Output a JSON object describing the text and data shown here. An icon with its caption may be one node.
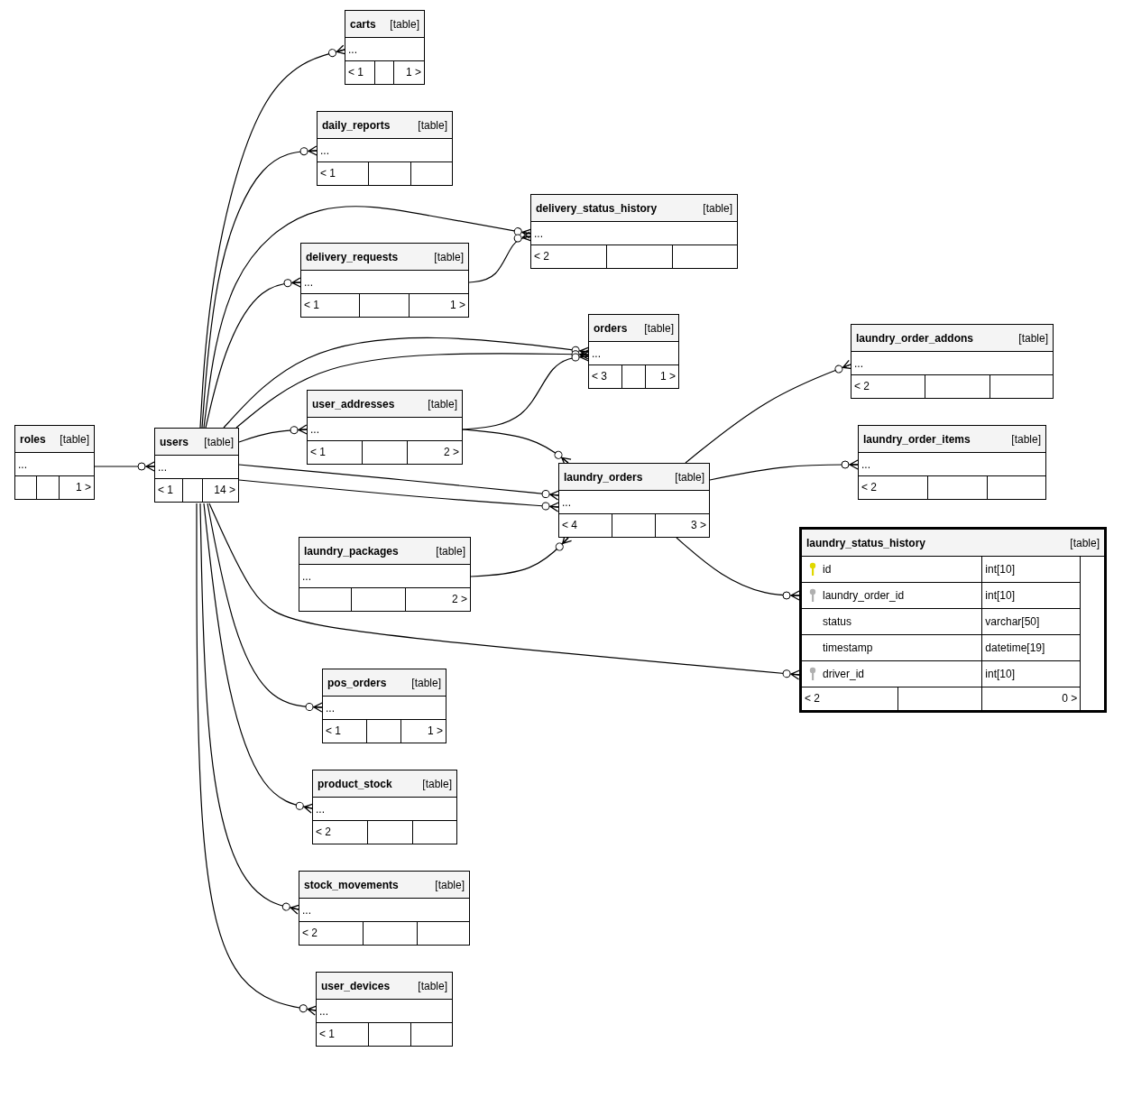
{
  "diagram": {
    "nodes": [
      {
        "text": [
          "carts",
          "[table]",
          "...",
          "< 1",
          "1 >"
        ]
      },
      {
        "text": [
          "daily_reports",
          "[table]",
          "...",
          "< 1"
        ]
      },
      {
        "text": [
          "delivery_status_history",
          "[table]",
          "...",
          "< 2"
        ]
      },
      {
        "text": [
          "delivery_requests",
          "[table]",
          "...",
          "< 1",
          "1 >"
        ]
      },
      {
        "text": [
          "orders",
          "[table]",
          "...",
          "< 3",
          "1 >"
        ]
      },
      {
        "text": [
          "laundry_order_addons",
          "[table]",
          "...",
          "< 2"
        ]
      },
      {
        "text": [
          "roles",
          "[table]",
          "...",
          "1 >"
        ]
      },
      {
        "text": [
          "users",
          "[table]",
          "...",
          "< 1",
          "14 >"
        ]
      },
      {
        "text": [
          "user_addresses",
          "[table]",
          "...",
          "< 1",
          "2 >"
        ]
      },
      {
        "text": [
          "laundry_orders",
          "[table]",
          "...",
          "< 4",
          "3 >"
        ]
      },
      {
        "text": [
          "laundry_order_items",
          "[table]",
          "...",
          "< 2"
        ]
      },
      {
        "text": [
          "laundry_status_history",
          "[table]",
          "id",
          "int[10]",
          "laundry_order_id",
          "int[10]",
          "status",
          "varchar[50]",
          "timestamp",
          "datetime[19]",
          "driver_id",
          "int[10]",
          "< 2",
          "0 >"
        ]
      },
      {
        "text": [
          "laundry_packages",
          "[table]",
          "...",
          "2 >"
        ]
      },
      {
        "text": [
          "pos_orders",
          "[table]",
          "...",
          "< 1",
          "1 >"
        ]
      },
      {
        "text": [
          "product_stock",
          "[table]",
          "...",
          "< 2"
        ]
      },
      {
        "text": [
          "stock_movements",
          "[table]",
          "...",
          "< 2"
        ]
      },
      {
        "text": [
          "user_devices",
          "[table]",
          "...",
          "< 1"
        ]
      }
    ],
    "edges": [
      {
        "from": 6,
        "to": 7,
        "arrow": "other"
      },
      {
        "from": 7,
        "to": 0,
        "arrow": "other"
      },
      {
        "from": 7,
        "to": 1,
        "arrow": "other"
      },
      {
        "from": 7,
        "to": 2,
        "arrow": "other"
      },
      {
        "from": 7,
        "to": 3,
        "arrow": "other"
      },
      {
        "from": 7,
        "to": 4,
        "arrow": "other"
      },
      {
        "from": 7,
        "to": 4,
        "arrow": "other"
      },
      {
        "from": 7,
        "to": 8,
        "arrow": "other"
      },
      {
        "from": 7,
        "to": 9,
        "arrow": "other"
      },
      {
        "from": 7,
        "to": 9,
        "arrow": "other"
      },
      {
        "from": 7,
        "to": 11,
        "arrow": "other"
      },
      {
        "from": 7,
        "to": 13,
        "arrow": "other"
      },
      {
        "from": 7,
        "to": 14,
        "arrow": "other"
      },
      {
        "from": 7,
        "to": 15,
        "arrow": "other"
      },
      {
        "from": 7,
        "to": 16,
        "arrow": "other"
      },
      {
        "from": 3,
        "to": 2,
        "arrow": "other"
      },
      {
        "from": 8,
        "to": 4,
        "arrow": "other"
      },
      {
        "from": 8,
        "to": 9,
        "arrow": "other"
      },
      {
        "from": 12,
        "to": 9,
        "arrow": "other"
      },
      {
        "from": 9,
        "to": 5,
        "arrow": "other"
      },
      {
        "from": 9,
        "to": 10,
        "arrow": "other"
      },
      {
        "from": 9,
        "to": 11,
        "arrow": "other"
      }
    ]
  }
}
